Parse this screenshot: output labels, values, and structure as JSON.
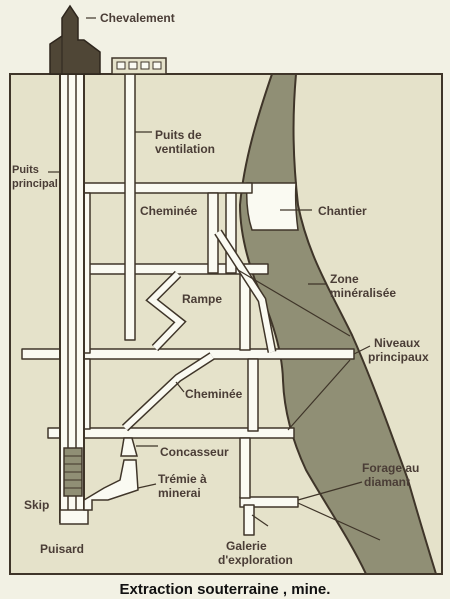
{
  "diagram": {
    "labels": {
      "chevalement": "Chevalement",
      "puits_principal": [
        "Puits",
        "principal"
      ],
      "puits_ventilation": [
        "Puits de",
        "ventilation"
      ],
      "chantier": "Chantier",
      "cheminee_upper": "Cheminée",
      "cheminee_lower": "Cheminée",
      "zone_mineralisee": [
        "Zone",
        "minéralisée"
      ],
      "rampe": "Rampe",
      "niveaux_principaux": [
        "Niveaux",
        "principaux"
      ],
      "concasseur": "Concasseur",
      "tremie": [
        "Trémie à",
        "minerai"
      ],
      "forage": [
        "Forage au",
        "diamant"
      ],
      "skip": "Skip",
      "puisard": "Puisard",
      "galerie": [
        "Galerie",
        "d'exploration"
      ]
    },
    "caption": "Extraction souterraine , mine.",
    "colors": {
      "rock": "#e5e2ca",
      "ore": "#908f75",
      "tunnel": "#fafaf2",
      "outline": "#3f3529",
      "label": "#4a3d36"
    }
  }
}
